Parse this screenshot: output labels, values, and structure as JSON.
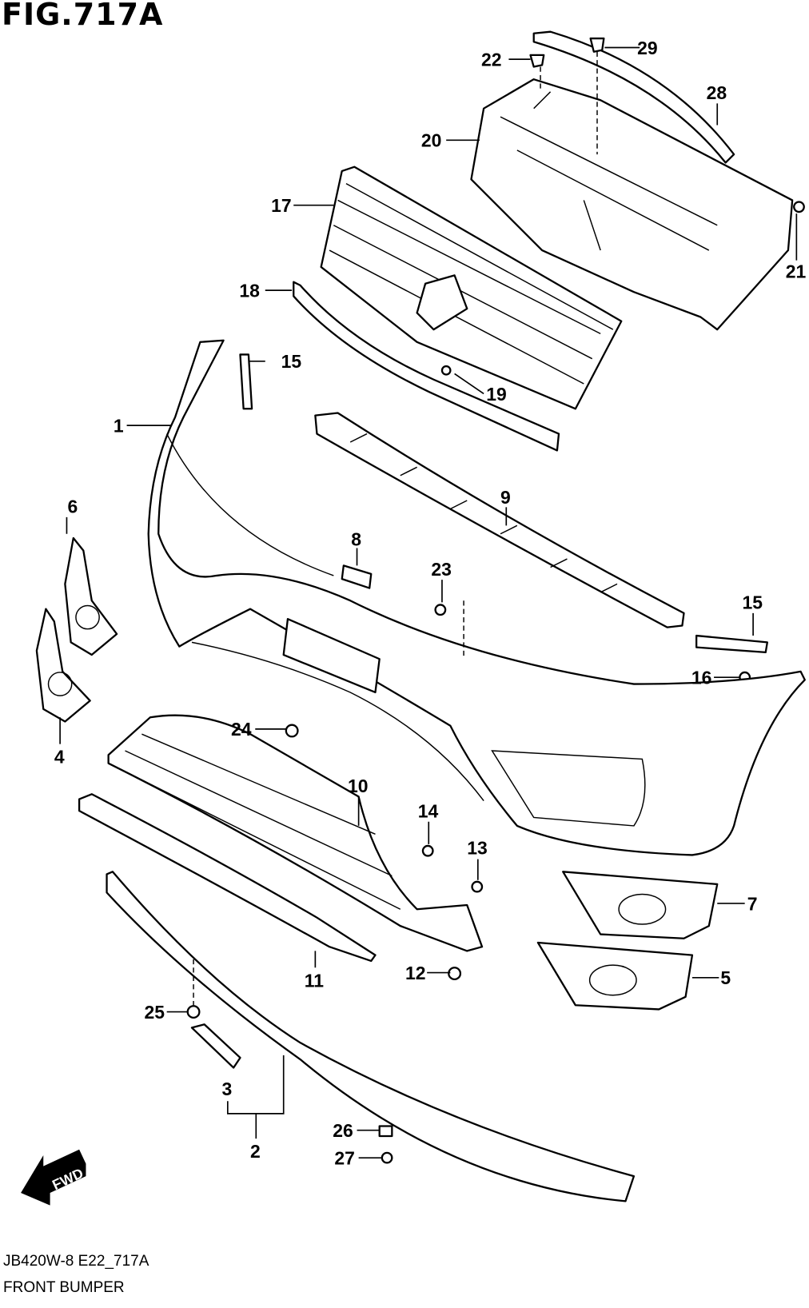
{
  "title": "FIG.717A",
  "footer": {
    "code": "JB420W-8 E22_717A",
    "name": "FRONT BUMPER"
  },
  "fwd_label": "FWD",
  "callouts": {
    "p1": "1",
    "p2": "2",
    "p3": "3",
    "p4": "4",
    "p5": "5",
    "p6": "6",
    "p7": "7",
    "p8": "8",
    "p9": "9",
    "p10": "10",
    "p11": "11",
    "p12": "12",
    "p13": "13",
    "p14": "14",
    "p15a": "15",
    "p15b": "15",
    "p16": "16",
    "p17": "17",
    "p18": "18",
    "p19": "19",
    "p20": "20",
    "p21": "21",
    "p22": "22",
    "p23": "23",
    "p24": "24",
    "p25": "25",
    "p26": "26",
    "p27": "27",
    "p28": "28",
    "p29": "29"
  }
}
